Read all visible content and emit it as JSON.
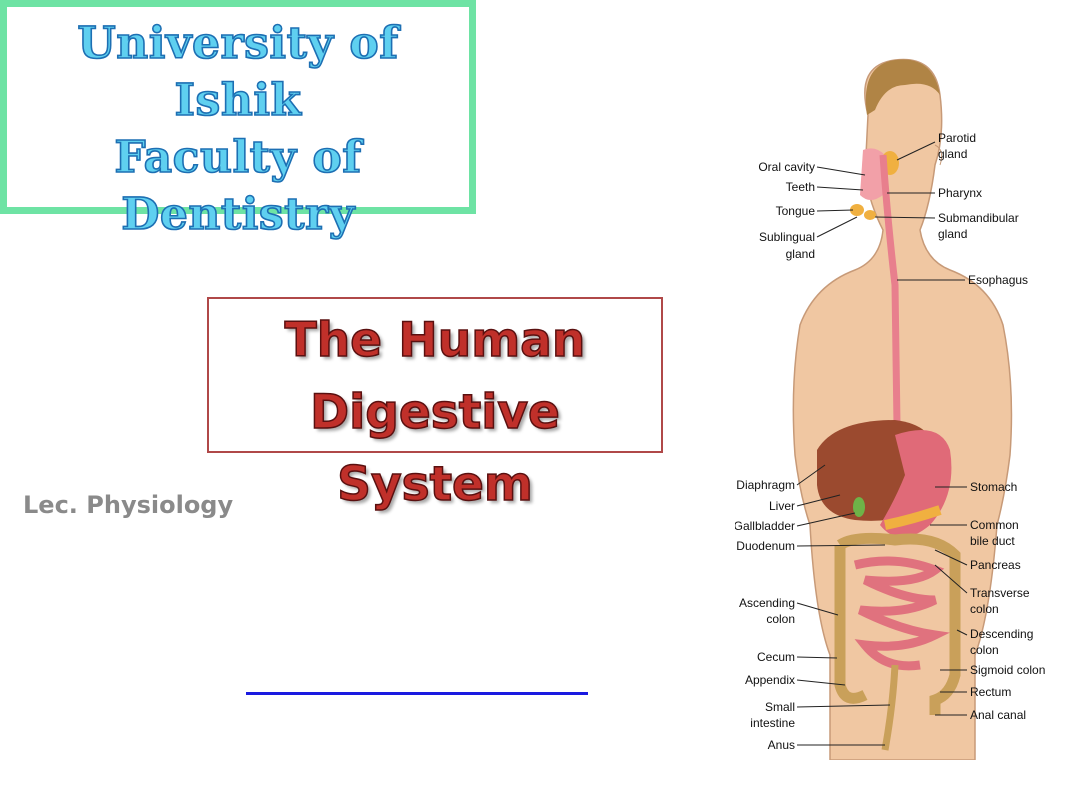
{
  "university": {
    "line1": "University of  Ishik",
    "line2": "Faculty  of",
    "line3": "Dentistry"
  },
  "title": {
    "line1": "The Human",
    "line2": "Digestive System"
  },
  "subtitle": "Lec. Physiology",
  "figure": {
    "labels": {
      "oral_cavity": "Oral cavity",
      "teeth": "Teeth",
      "tongue": "Tongue",
      "sublingual_1": "Sublingual",
      "sublingual_2": "gland",
      "parotid_1": "Parotid",
      "parotid_2": "gland",
      "pharynx": "Pharynx",
      "submandibular_1": "Submandibular",
      "submandibular_2": "gland",
      "esophagus": "Esophagus",
      "diaphragm": "Diaphragm",
      "liver": "Liver",
      "gallbladder": "Gallbladder",
      "duodenum": "Duodenum",
      "ascending_1": "Ascending",
      "ascending_2": "colon",
      "cecum": "Cecum",
      "appendix": "Appendix",
      "small_1": "Small",
      "small_2": "intestine",
      "anus": "Anus",
      "stomach": "Stomach",
      "common_bile_1": "Common",
      "common_bile_2": "bile duct",
      "pancreas": "Pancreas",
      "transverse_1": "Transverse",
      "transverse_2": "colon",
      "descending_1": "Descending",
      "descending_2": "colon",
      "sigmoid": "Sigmoid colon",
      "rectum": "Rectum",
      "anal_canal": "Anal canal"
    }
  }
}
